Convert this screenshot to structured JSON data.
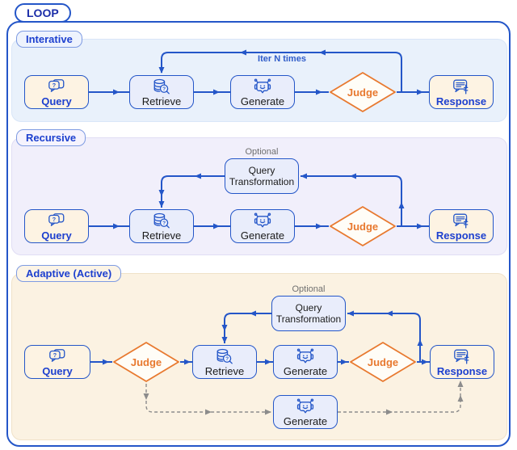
{
  "header": {
    "loop_label": "LOOP"
  },
  "edge_labels": {
    "iter": "Iter N times",
    "optional_recursive": "Optional",
    "optional_adaptive": "Optional"
  },
  "sections": {
    "iterative": {
      "label": "Interative",
      "nodes": {
        "query": "Query",
        "retrieve": "Retrieve",
        "generate": "Generate",
        "judge": "Judge",
        "response": "Response"
      }
    },
    "recursive": {
      "label": "Recursive",
      "nodes": {
        "query": "Query",
        "retrieve": "Retrieve",
        "generate": "Generate",
        "judge": "Judge",
        "response": "Response",
        "transform": "Query Transformation"
      }
    },
    "adaptive": {
      "label": "Adaptive (Active)",
      "nodes": {
        "query": "Query",
        "judge_pre": "Judge",
        "retrieve": "Retrieve",
        "generate": "Generate",
        "judge_post": "Judge",
        "response": "Response",
        "transform": "Query Transformation",
        "generate_followup": "Generate"
      }
    }
  },
  "icons": {
    "query": "chat-question-icon",
    "retrieve": "database-search-icon",
    "generate": "robot-icon",
    "response": "chat-tune-icon"
  },
  "colors": {
    "blue": "#2456c8",
    "blue_text": "#1d40cf",
    "navy": "#1b2da8",
    "orange": "#e8792f",
    "cream": "#fdf3e3",
    "panel": "#e9edfb",
    "sec1": "#e9f1fb",
    "sec2": "#f1effb",
    "sec3": "#fbf2e2",
    "gray": "#8c8c8c",
    "dark": "#1a1a1a"
  }
}
